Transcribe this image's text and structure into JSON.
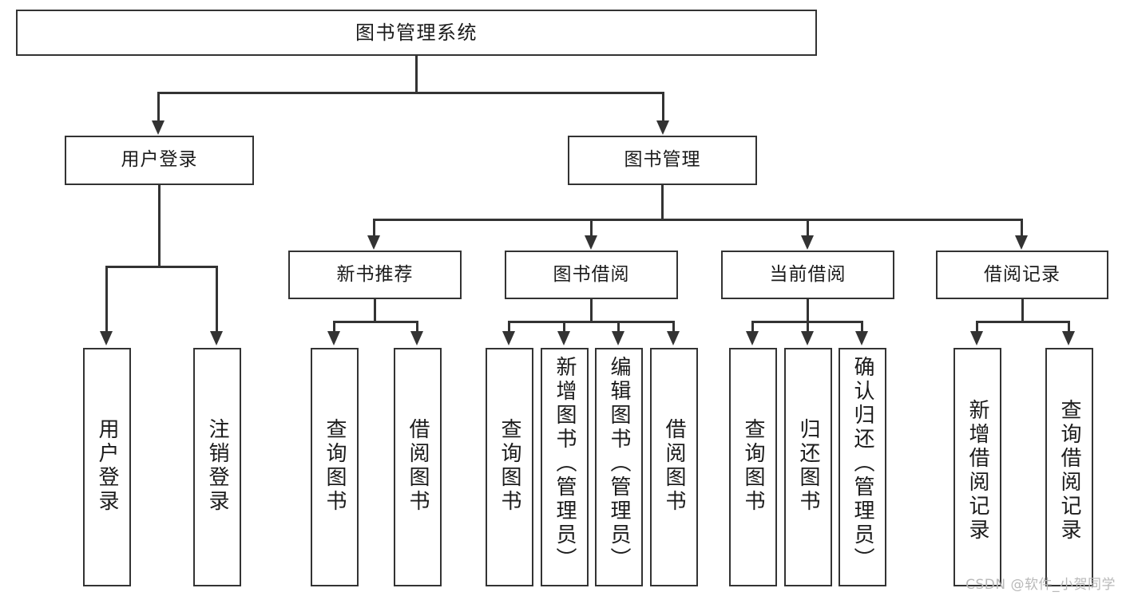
{
  "diagram": {
    "title": "图书管理系统",
    "type": "tree-hierarchy",
    "orientation": "top-down",
    "colors": {
      "box_border": "#333333",
      "box_fill": "#ffffff",
      "connector": "#333333",
      "text": "#1b1b1b",
      "watermark": "#b9b9b9",
      "background": "#ffffff"
    }
  },
  "nodes": {
    "root": {
      "label": "图书管理系统"
    },
    "level2": [
      {
        "id": "user-login",
        "label": "用户登录"
      },
      {
        "id": "book-management",
        "label": "图书管理"
      }
    ],
    "level3": [
      {
        "id": "new-book-recommend",
        "label": "新书推荐"
      },
      {
        "id": "book-borrow",
        "label": "图书借阅"
      },
      {
        "id": "current-borrow",
        "label": "当前借阅"
      },
      {
        "id": "borrow-record",
        "label": "借阅记录"
      }
    ],
    "leaves": {
      "user_login": [
        {
          "id": "leaf-user-login",
          "label": "用户登录"
        },
        {
          "id": "leaf-logout-login",
          "label": "注销登录"
        }
      ],
      "new_book_recommend": [
        {
          "id": "leaf-query-book-1",
          "label": "查询图书"
        },
        {
          "id": "leaf-borrow-book-1",
          "label": "借阅图书"
        }
      ],
      "book_borrow": [
        {
          "id": "leaf-query-book-2",
          "label": "查询图书"
        },
        {
          "id": "leaf-add-book",
          "label": "新增图书（管理员）"
        },
        {
          "id": "leaf-edit-book",
          "label": "编辑图书（管理员）"
        },
        {
          "id": "leaf-borrow-book-2",
          "label": "借阅图书"
        }
      ],
      "current_borrow": [
        {
          "id": "leaf-query-book-3",
          "label": "查询图书"
        },
        {
          "id": "leaf-return-book",
          "label": "归还图书"
        },
        {
          "id": "leaf-confirm-return",
          "label": "确认归还（管理员）"
        }
      ],
      "borrow_record": [
        {
          "id": "leaf-add-record",
          "label": "新增借阅记录"
        },
        {
          "id": "leaf-query-record",
          "label": "查询借阅记录"
        }
      ]
    }
  },
  "watermark": {
    "text": "CSDN @软件_小贺同学"
  }
}
